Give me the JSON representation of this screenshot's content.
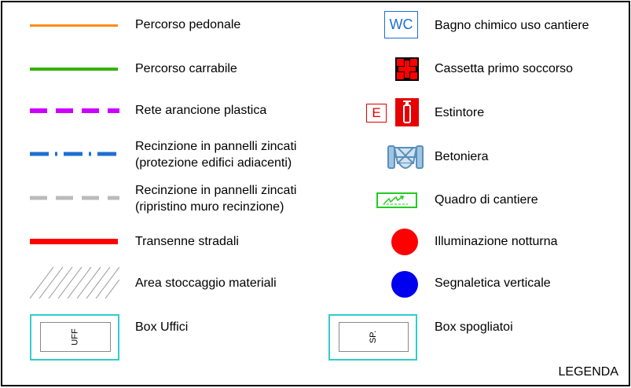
{
  "left_items": [
    {
      "label": "Percorso pedonale",
      "symbol": "orange-line",
      "color": "#ff8c1a"
    },
    {
      "label": "Percorso carrabile",
      "symbol": "green-line",
      "color": "#33b200"
    },
    {
      "label": "Rete arancione plastica",
      "symbol": "purple-dashed-line",
      "color": "#cc00ff"
    },
    {
      "label_line1": "Recinzione in pannelli zincati",
      "label_line2": "(protezione edifici adiacenti)",
      "symbol": "blue-dash-dot-line",
      "color": "#1e6fd0"
    },
    {
      "label_line1": "Recinzione in pannelli zincati",
      "label_line2": "(ripristino muro recinzione)",
      "symbol": "gray-dashed-line",
      "color": "#bbbbbb"
    },
    {
      "label": "Transenne stradali",
      "symbol": "red-line",
      "color": "#ff0000"
    },
    {
      "label": "Area stoccaggio materiali",
      "symbol": "hatch-pattern"
    },
    {
      "label": "Box Uffici",
      "symbol": "office-box",
      "box_text": "UFF"
    }
  ],
  "right_items": [
    {
      "label": "Bagno chimico uso cantiere",
      "symbol": "wc-icon",
      "symbol_text": "WC"
    },
    {
      "label": "Cassetta primo soccorso",
      "symbol": "first-aid-icon"
    },
    {
      "label": "Estintore",
      "symbol": "extinguisher-icon",
      "symbol_text": "E"
    },
    {
      "label": "Betoniera",
      "symbol": "concrete-mixer-icon"
    },
    {
      "label": "Quadro di cantiere",
      "symbol": "electrical-panel-icon"
    },
    {
      "label": "Illuminazione notturna",
      "symbol": "red-circle",
      "color": "#ff0000"
    },
    {
      "label": "Segnaletica verticale",
      "symbol": "blue-circle",
      "color": "#0000ee"
    },
    {
      "label": "Box spogliatoi",
      "symbol": "changing-room-box",
      "box_text": "SP."
    }
  ],
  "footer": {
    "title": "LEGENDA"
  }
}
